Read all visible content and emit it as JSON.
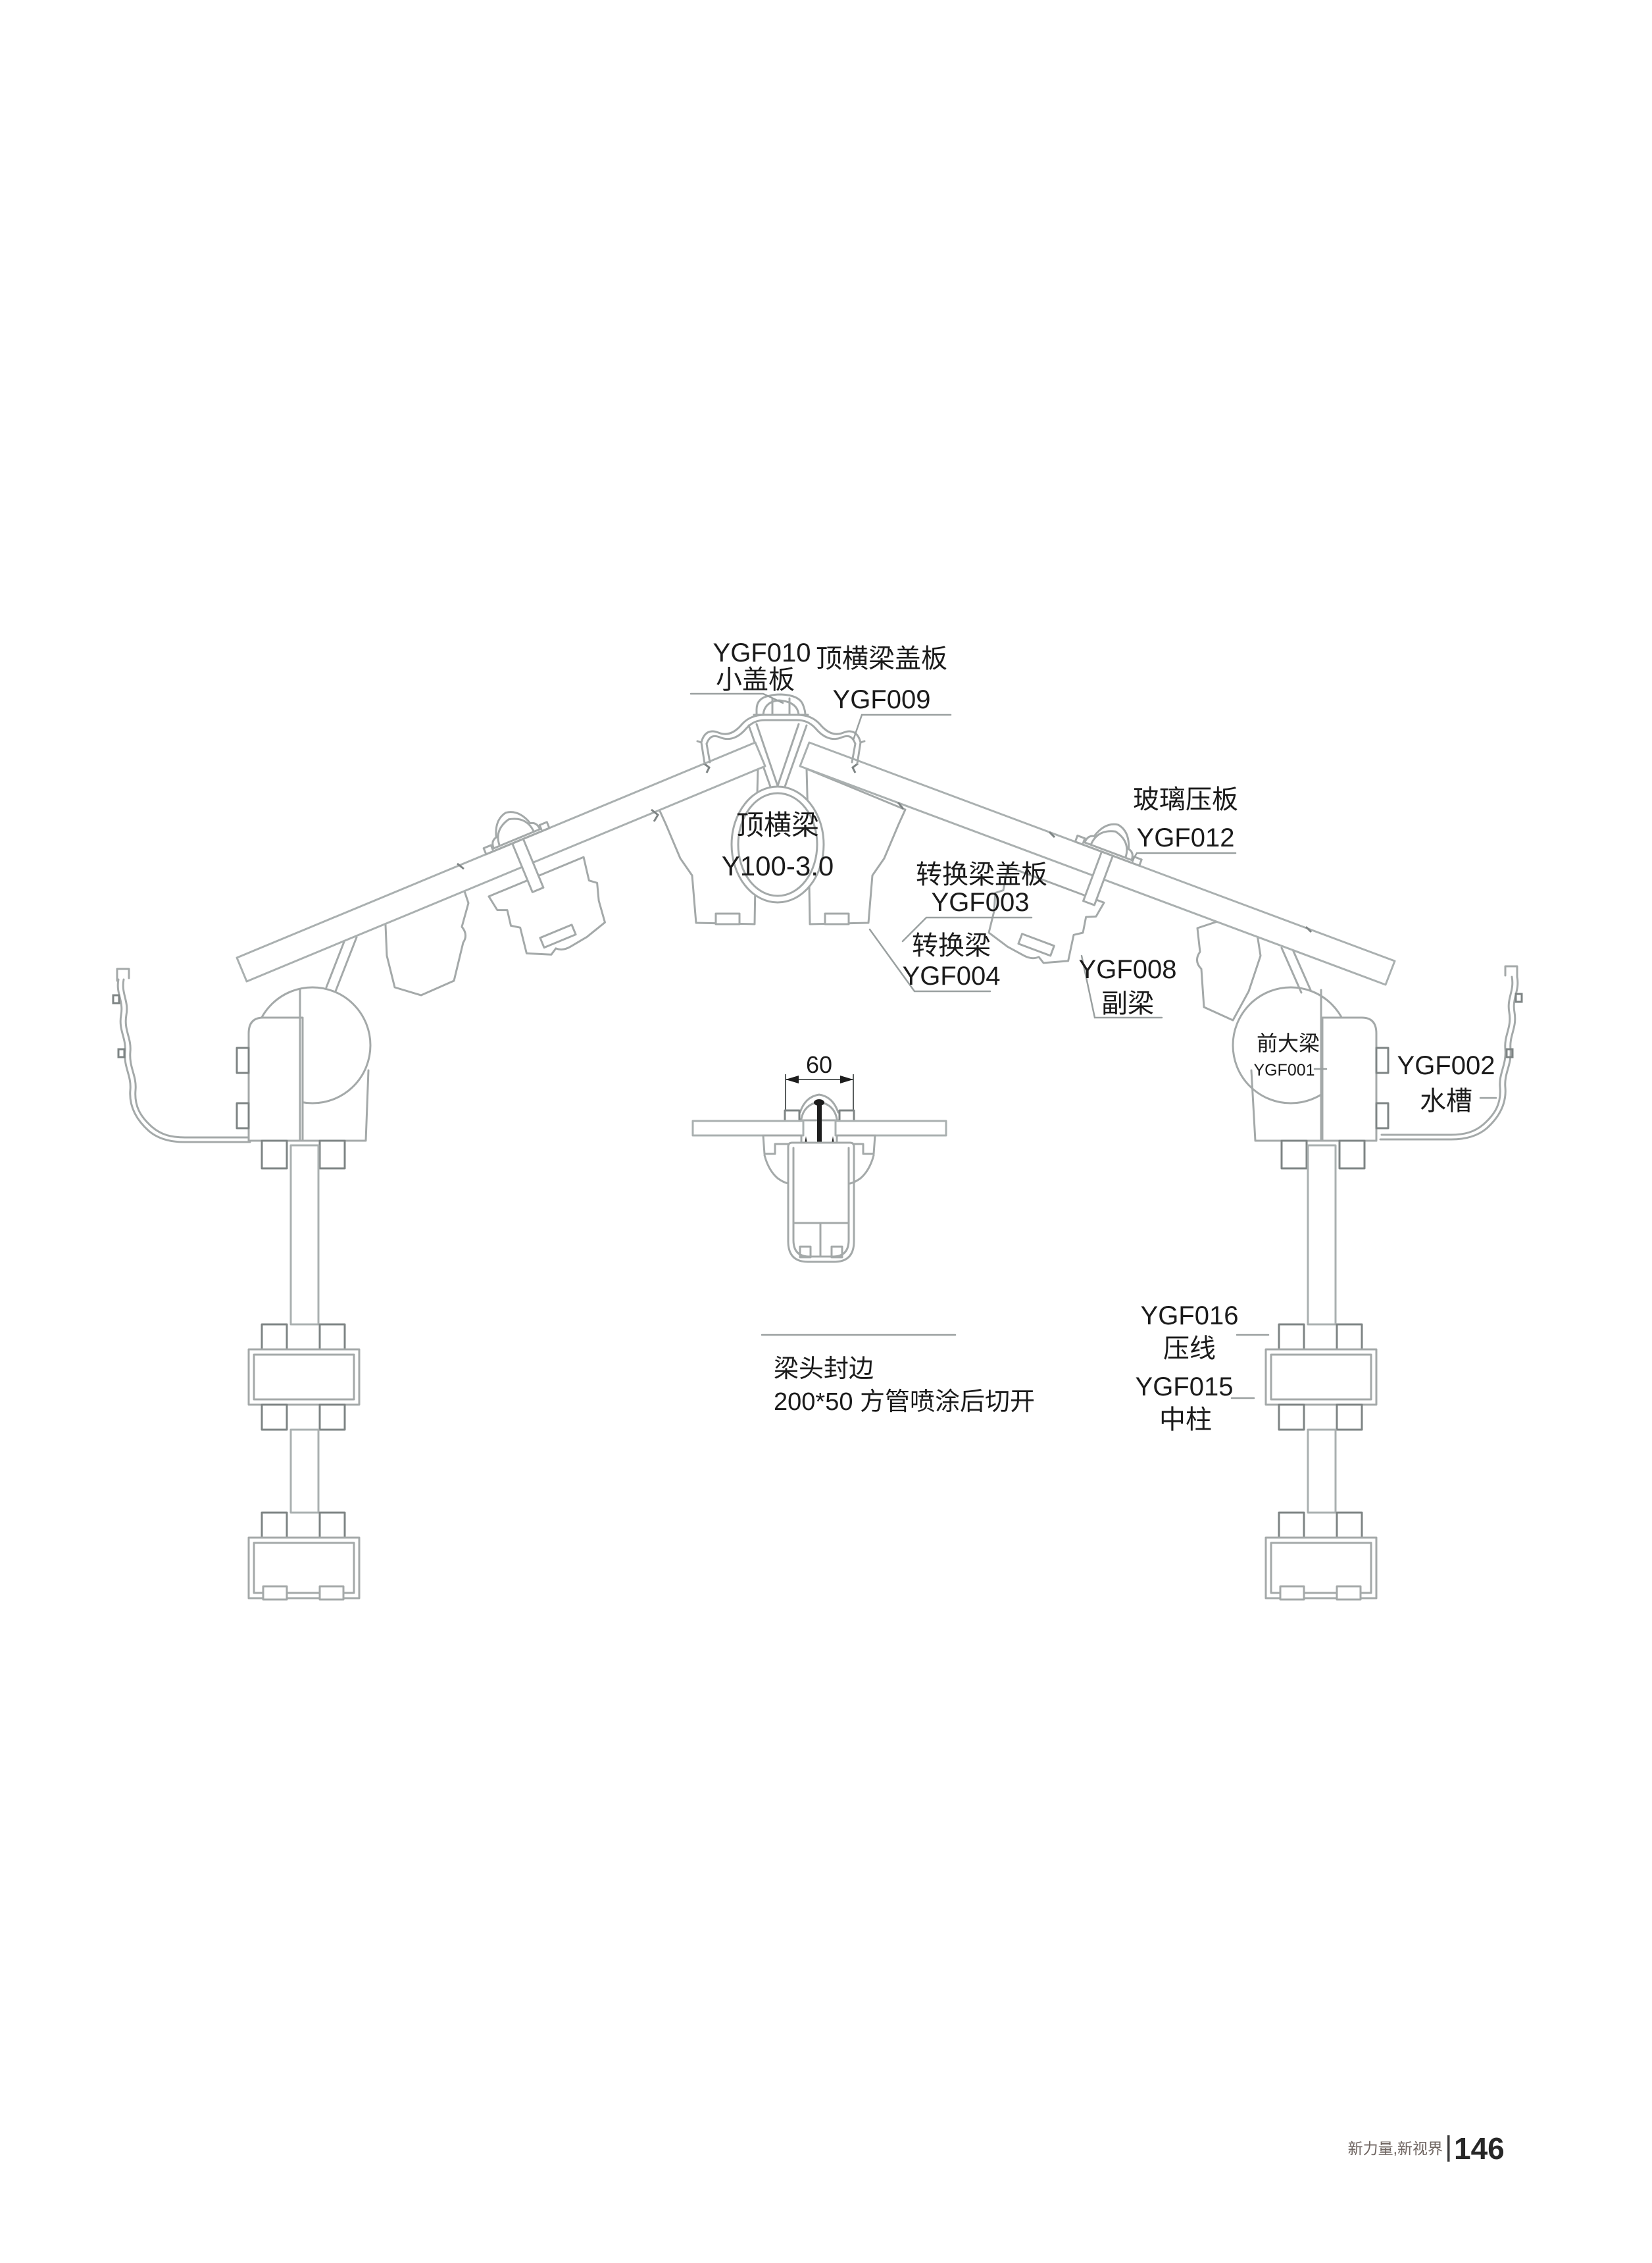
{
  "labels": {
    "small_cover": {
      "code": "YGF010",
      "name": "小盖板"
    },
    "top_beam_cover": {
      "name": "顶横梁盖板",
      "code": "YGF009"
    },
    "glass_clamp": {
      "name": "玻璃压板",
      "code": "YGF012"
    },
    "top_beam": {
      "name": "顶横梁",
      "code": "Y100-3.0"
    },
    "transition_beam_cover": {
      "name": "转换梁盖板",
      "code": "YGF003"
    },
    "transition_beam": {
      "name": "转换梁",
      "code": "YGF004"
    },
    "sub_beam": {
      "code": "YGF008",
      "name": "副梁"
    },
    "front_beam": {
      "name": "前大梁",
      "code": "YGF001"
    },
    "gutter": {
      "code": "YGF002",
      "name": "水槽"
    },
    "bead": {
      "code": "YGF016",
      "name": "压线"
    },
    "center_column": {
      "code": "YGF015",
      "name": "中柱"
    }
  },
  "dimension": {
    "value": "60"
  },
  "note": {
    "line1": "梁头封边",
    "line2": "200*50 方管喷涂后切开"
  },
  "footer": {
    "brand": "新力量,新视界",
    "page": "146"
  }
}
